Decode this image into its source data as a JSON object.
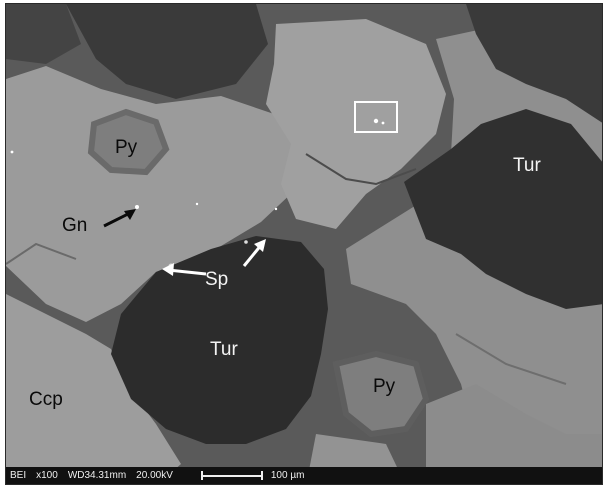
{
  "image": {
    "labels": {
      "py_top": "Py",
      "gn": "Gn",
      "sp": "Sp",
      "tur_right": "Tur",
      "tur_center": "Tur",
      "ccp": "Ccp",
      "py_bottom": "Py"
    },
    "info_bar": {
      "mode": "BEI",
      "magnification": "x100",
      "working_distance": "WD34.31mm",
      "voltage": "20.00kV",
      "scale": "100 µm"
    },
    "colors": {
      "chalcopyrite": "#9a9a9a",
      "tourmaline": "#2f2f2f",
      "pyrite": "#7d7d7d",
      "gangue": "#5c5c5c",
      "bright_grains": "#ffffff"
    }
  }
}
